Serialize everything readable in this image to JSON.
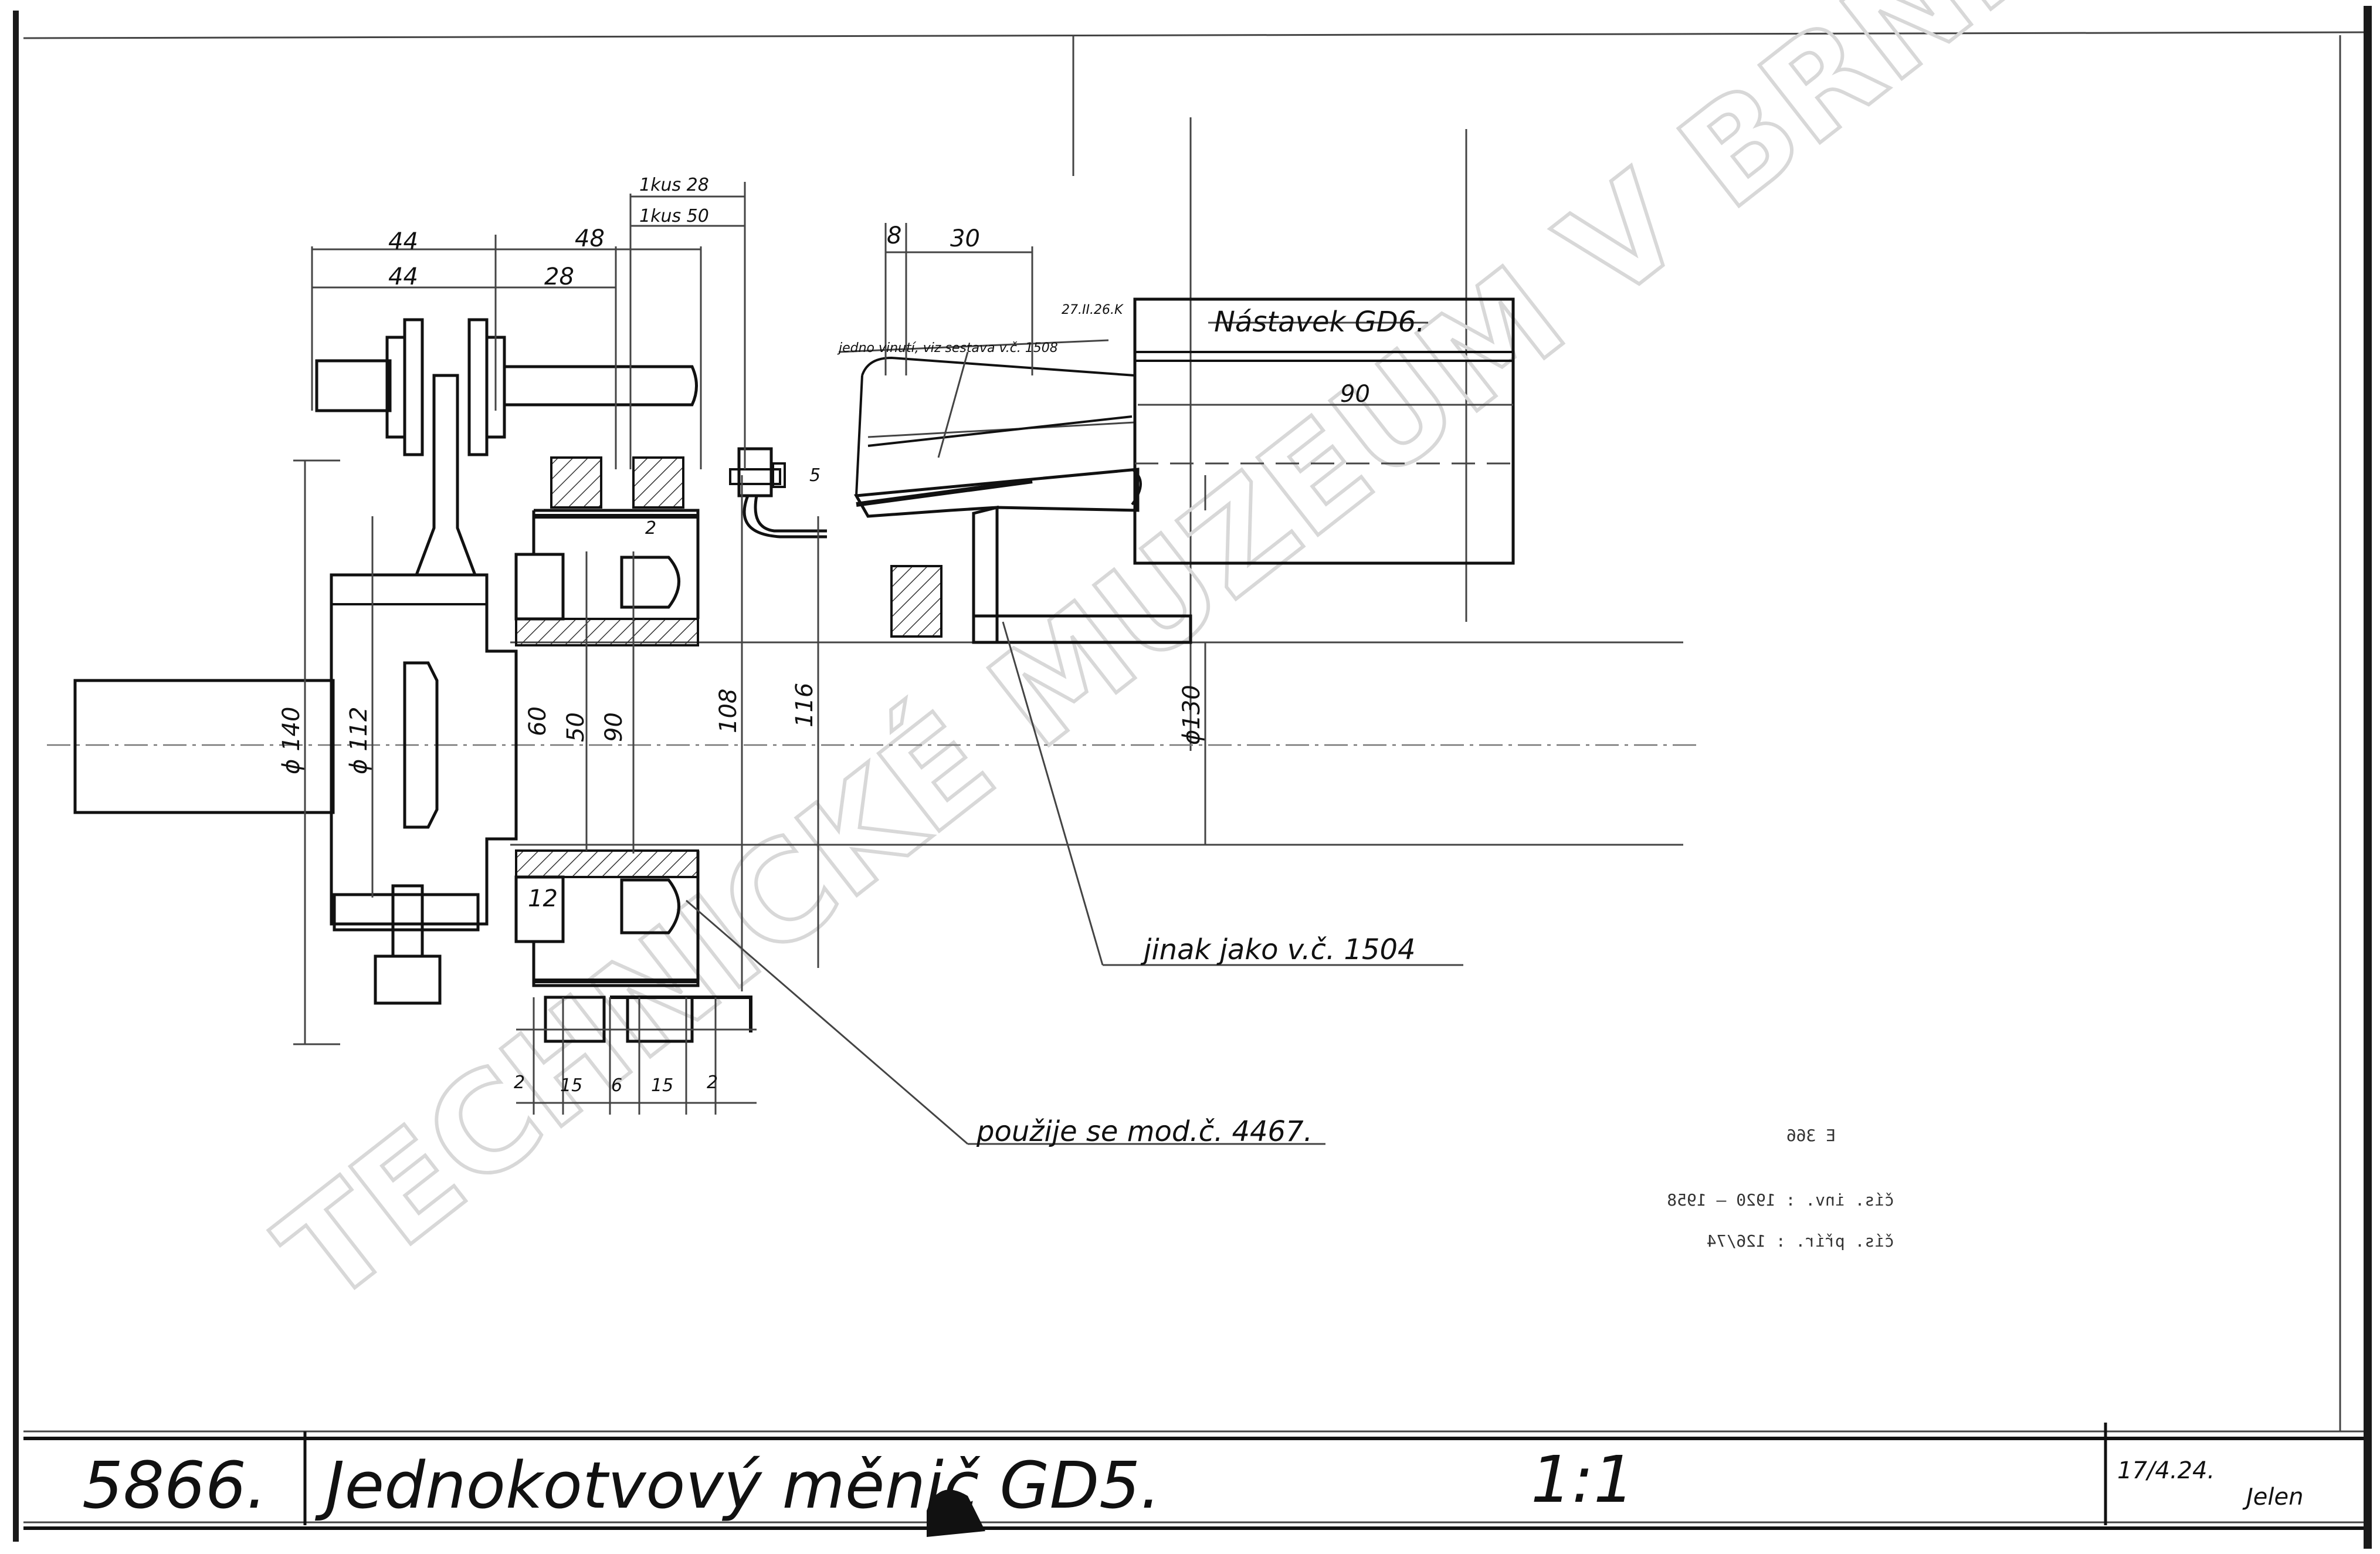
{
  "drawing": {
    "number": "5866.",
    "title": "Jednokotvový měnič GD5.",
    "scale": "1:1",
    "date": "17/4.24.",
    "signature": "Jelen"
  },
  "dimensions": {
    "top_44_a": "44",
    "top_44_b": "44",
    "top_48": "48",
    "top_28": "28",
    "kus_28": "1kus 28",
    "kus_50": "1kus 50",
    "d8": "8",
    "d30": "30",
    "d5": "5",
    "d2_small": "2",
    "d90_box": "90",
    "phi140": "ϕ 140",
    "phi112": "ϕ 112",
    "d60": "60",
    "d50": "50",
    "d90": "90",
    "d108": "108",
    "d116": "116",
    "phi130": "ϕ130",
    "d12": "12",
    "bottom_2a": "2",
    "bottom_15a": "15",
    "bottom_6": "6",
    "bottom_15b": "15",
    "bottom_2b": "2"
  },
  "notes": {
    "nastavek": "Nástavek GD6.",
    "jedno_vinuti": "jedno vinutí, viz sestava v.č. 1508",
    "small_date": "27.II.26.K",
    "jinak": "jinak jako v.č. 1504",
    "pouzije": "použije se mod.č. 4467."
  },
  "stamp": {
    "code": "E 366",
    "line1": "čís. inv. : 1920 — 1958",
    "line2": "čís. přír. : 126/74"
  },
  "watermark": "TECHNICKÉ MUZEUM V BRNĚ"
}
